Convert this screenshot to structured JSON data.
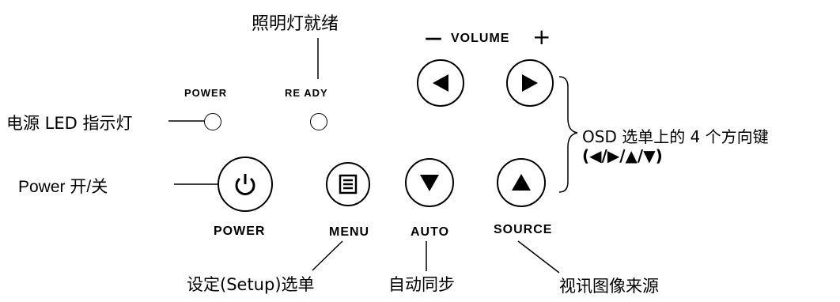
{
  "labels": {
    "illumination_ready": "照明灯就绪",
    "volume_minus": "—",
    "volume_text": "VOLUME",
    "volume_plus": "+",
    "power_led": "POWER",
    "ready_led": "RE ADY",
    "power_led_desc": "电源 LED 指示灯",
    "power_switch_desc": "Power  开/关",
    "osd_keys_line1": "OSD 选单上的 4 个方向键",
    "osd_keys_line2": "(◀/▶/▲/▼)",
    "power_button": "POWER",
    "menu_button": "MENU",
    "auto_button": "AUTO",
    "source_button": "SOURCE",
    "setup_menu_desc": "设定(Setup)选单",
    "auto_sync_desc": "自动同步",
    "video_source_desc": "视讯图像来源"
  },
  "icons": {
    "left": "triangle-left-icon",
    "right": "triangle-right-icon",
    "down": "triangle-down-icon",
    "up": "triangle-up-icon",
    "power": "power-icon",
    "menu": "menu-icon"
  }
}
